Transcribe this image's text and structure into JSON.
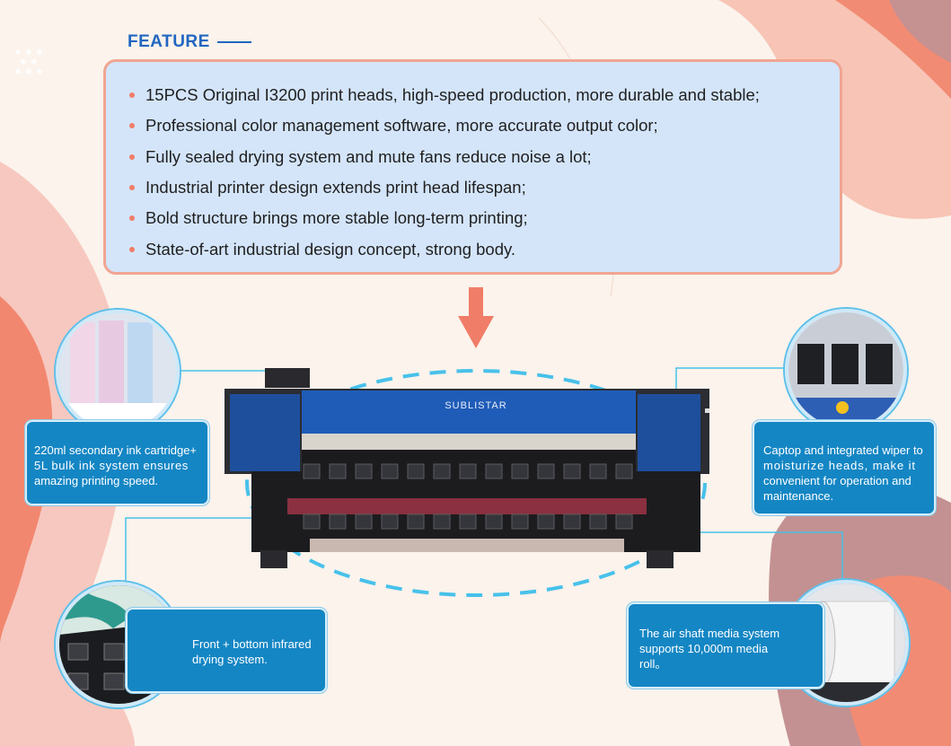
{
  "feature": {
    "heading": "FEATURE",
    "items": [
      "15PCS Original I3200 print heads, high-speed production, more durable and stable;",
      "Professional color management software, more accurate output color;",
      "Fully sealed drying system and mute fans reduce noise a lot;",
      "Industrial printer design extends print head lifespan;",
      "Bold structure brings more stable long-term printing;",
      "State-of-art industrial design concept, strong body."
    ]
  },
  "printer": {
    "brand": "SUBLISTAR"
  },
  "callouts": {
    "ink": [
      "220ml secondary ink cartridge+",
      "5L bulk ink system ensures",
      "amazing printing speed."
    ],
    "captop": [
      "Captop and integrated wiper to",
      "moisturize heads, make it",
      "convenient for operation and",
      "maintenance."
    ],
    "drying": [
      "Front + bottom infrared",
      "drying system."
    ],
    "media": [
      "The air shaft media system",
      "supports 10,000m media",
      "roll。"
    ]
  },
  "colors": {
    "accent_blue": "#2266c0",
    "callout_blue": "#1486c4",
    "feature_box": "#d4e5fa",
    "coral": "#f07d68",
    "connector": "#47c1ea"
  }
}
